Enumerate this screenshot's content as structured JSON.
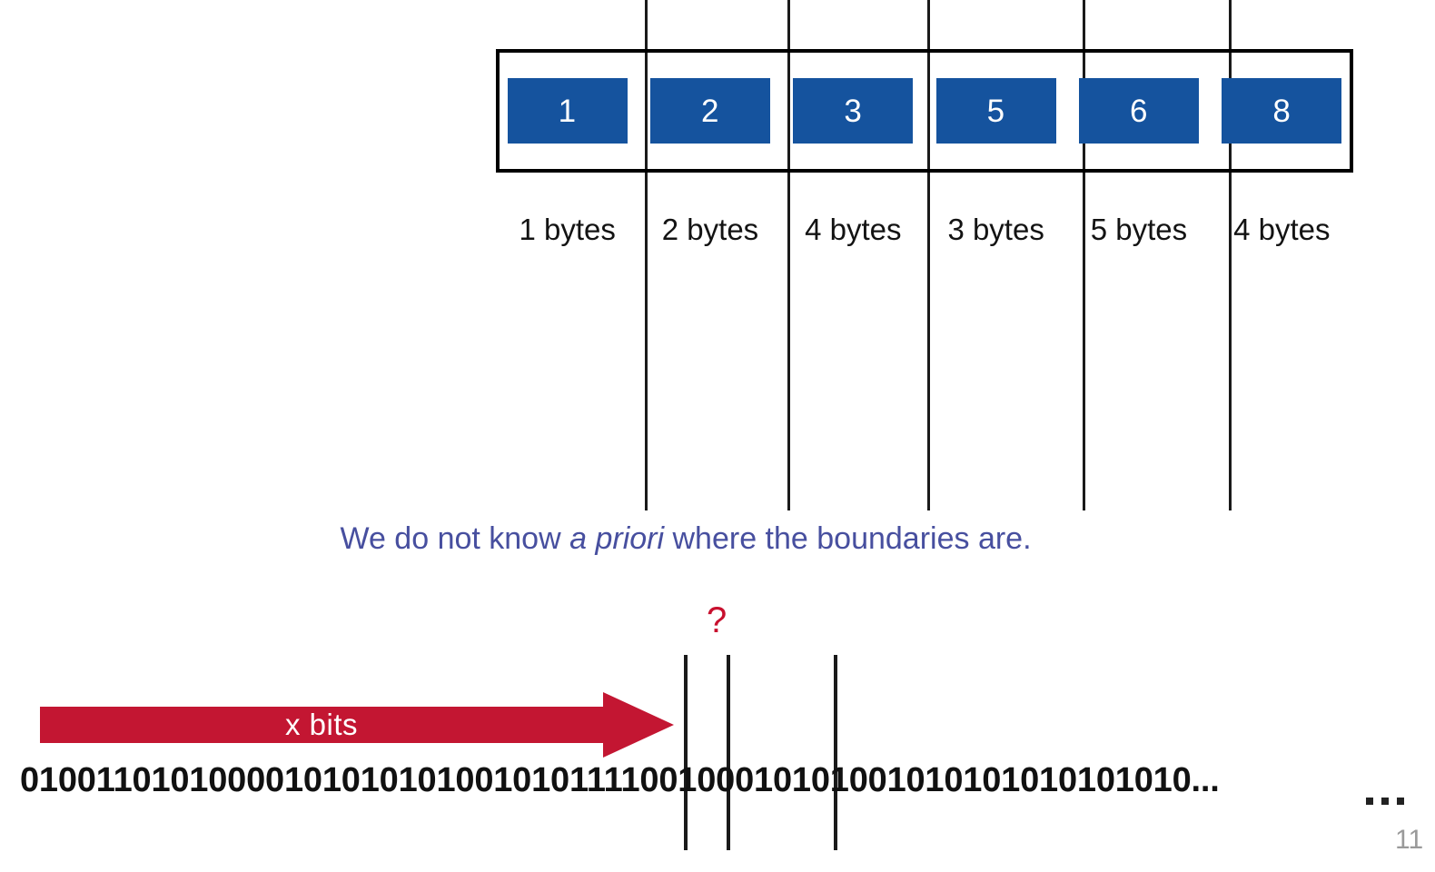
{
  "slide": {
    "page_number": "11",
    "colors": {
      "chip_blue": "#15539E",
      "note_purple": "#474f9f",
      "arrow_red": "#C31632",
      "question_red": "#C8102E",
      "line_black": "#1a1a1a"
    }
  },
  "record": {
    "cells": [
      {
        "value": "1",
        "bytes_label": "1 bytes"
      },
      {
        "value": "2",
        "bytes_label": "2 bytes"
      },
      {
        "value": "3",
        "bytes_label": "4 bytes"
      },
      {
        "value": "5",
        "bytes_label": "3 bytes"
      },
      {
        "value": "6",
        "bytes_label": "5 bytes"
      },
      {
        "value": "8",
        "bytes_label": "4 bytes"
      }
    ]
  },
  "note": {
    "prefix": "We do not know ",
    "emphasis": "a priori",
    "suffix": " where the boundaries are."
  },
  "stream": {
    "question_mark": "?",
    "arrow_label": "x bits",
    "bits": "01001101010000101010101001010111100100010101001010101010101010..."
  }
}
